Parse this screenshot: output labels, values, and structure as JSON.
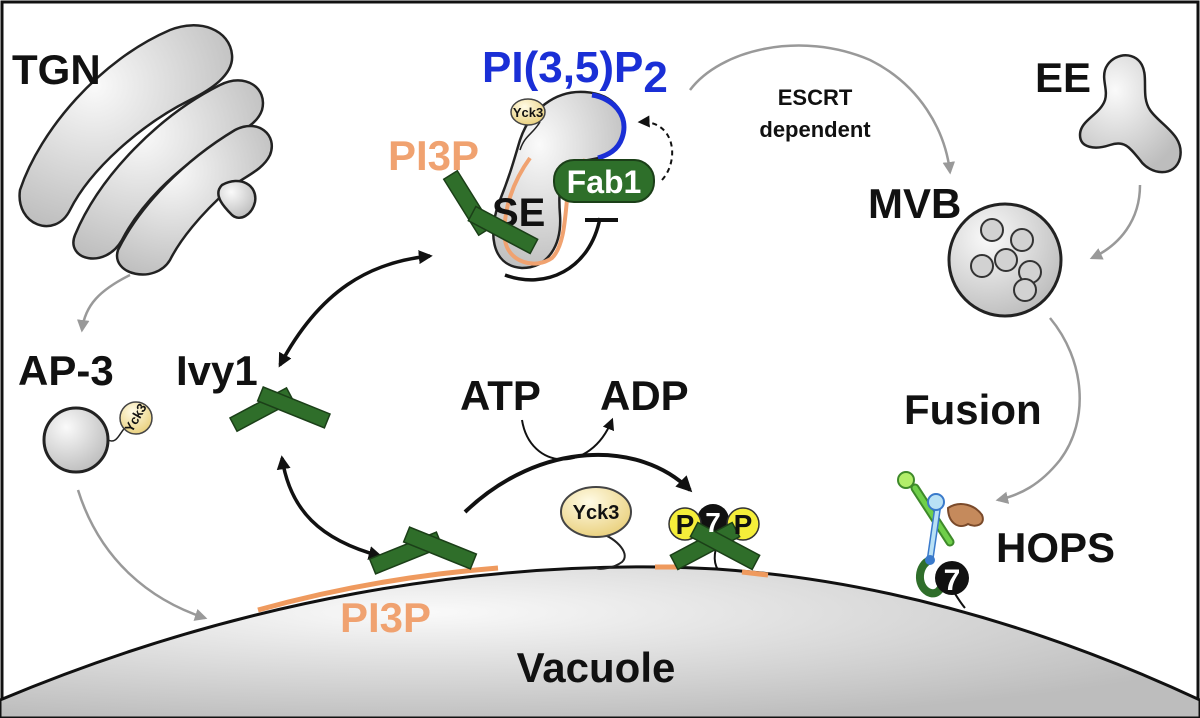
{
  "labels": {
    "tgn": "TGN",
    "ap3": "AP-3",
    "ivy1": "Ivy1",
    "pi35p2_main": "PI(3,5)P",
    "pi35p2_sub": "2",
    "pi3p_top": "PI3P",
    "se": "SE",
    "fab1": "Fab1",
    "yck3_small_se": "Yck3",
    "yck3_small_ap3": "Yck3",
    "yck3_large": "Yck3",
    "escrt_line1": "ESCRT",
    "escrt_line2": "dependent",
    "ee": "EE",
    "mvb": "MVB",
    "fusion": "Fusion",
    "hops": "HOPS",
    "atp": "ATP",
    "adp": "ADP",
    "pi3p_bottom": "PI3P",
    "vacuole": "Vacuole",
    "p_left": "P",
    "p_right": "P",
    "ypt7_left": "7",
    "ypt7_hops": "7"
  },
  "colors": {
    "pi35p2": "#1a2fd6",
    "pi3p": "#f0a270",
    "ivy1": "#2f6e2a",
    "fab1": "#2e6f2a",
    "yck3_fill": "#f5e6a8",
    "phospho": "#f5ee3a",
    "membrane_pi3p": "#ef9a5e",
    "grey_arrow": "#999999",
    "organelle": "#dcdcdc"
  }
}
